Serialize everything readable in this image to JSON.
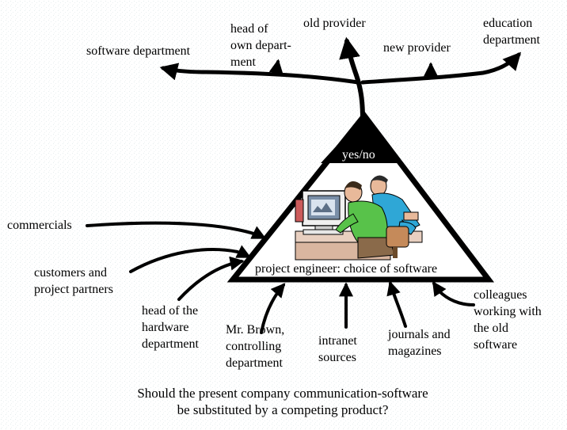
{
  "decision": {
    "label": "yes/no",
    "outcomes": [
      "software department",
      "head of\nown depart-\nment",
      "old provider",
      "new provider",
      "education\ndepartment"
    ]
  },
  "center": {
    "caption": "project engineer: choice of software"
  },
  "influences": [
    "commercials",
    "customers and\nproject partners",
    "head of the\nhardware\ndepartment",
    "Mr. Brown,\ncontrolling\ndepartment",
    "intranet\nsources",
    "journals and\nmagazines",
    "colleagues\nworking with\nthe old\nsoftware"
  ],
  "question": "Should the present company communication-software\nbe substituted by a competing product?"
}
